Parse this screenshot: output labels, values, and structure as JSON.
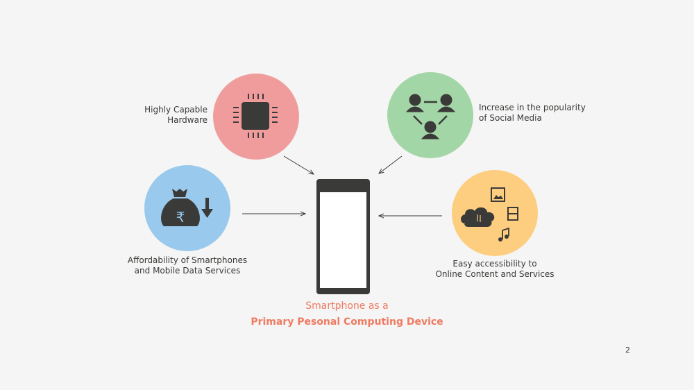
{
  "nodes": {
    "hardware": {
      "line1": "Highly Capable",
      "line2": "Hardware",
      "icon": "chip-icon",
      "color": "#f09c9c"
    },
    "social": {
      "line1": "Increase in the popularity",
      "line2": "of Social Media",
      "icon": "social-network-icon",
      "color": "#a3d6a6"
    },
    "affordability": {
      "line1": "Affordability of Smartphones",
      "line2": "and Mobile Data Services",
      "icon": "money-bag-rupee-down-icon",
      "color": "#99c9ec"
    },
    "content": {
      "line1": "Easy accessibility to",
      "line2": "Online Content and Services",
      "icon": "cloud-media-icon",
      "color": "#fdcd80"
    }
  },
  "center": {
    "line1": "Smartphone as a",
    "line2": "Primary Pesonal Computing Device",
    "accent": "#f07a62"
  },
  "page_number": "2"
}
